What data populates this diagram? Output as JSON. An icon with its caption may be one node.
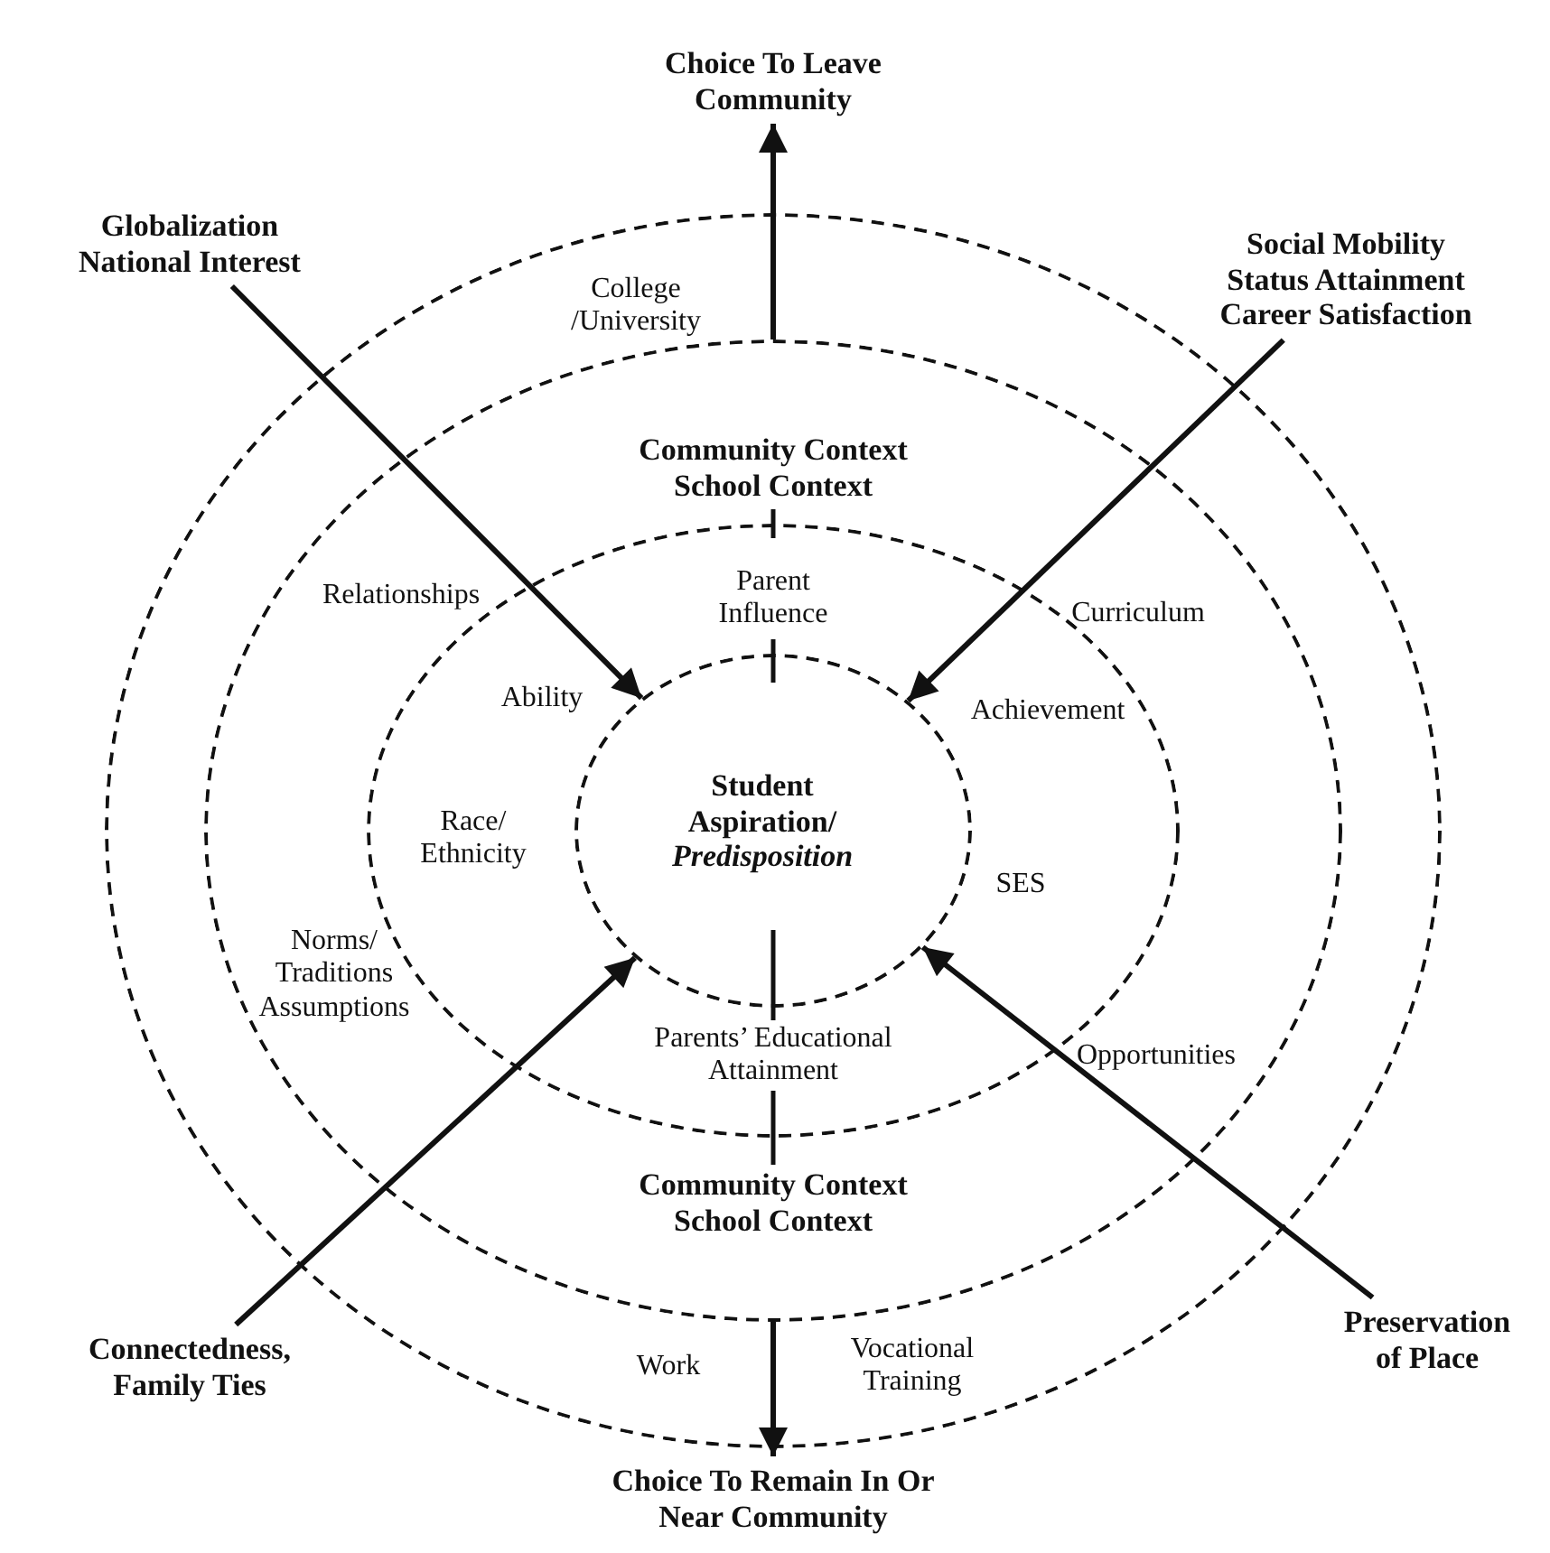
{
  "diagram": {
    "nodes": [
      {
        "text": [
          "College /University",
          "Work",
          "Vocational Training"
        ]
      },
      {
        "text": [
          "Community Context School Context",
          "Relationships",
          "Curriculum",
          "Norms/ Traditions Assumptions",
          "Opportunities",
          "Community Context School Context"
        ],
        "in": 0
      },
      {
        "text": [
          "Parent Influence",
          "Ability",
          "Achievement",
          "Race/ Ethnicity",
          "SES",
          "Parents’ Educational Attainment"
        ],
        "in": 1
      },
      {
        "text": [
          "Student Aspiration/ *Predisposition*"
        ],
        "in": 2
      },
      {
        "text": [
          "Choice To Leave Community"
        ]
      },
      {
        "text": [
          "Globalization National Interest"
        ]
      },
      {
        "text": [
          "Social Mobility Status Attainment Career Satisfaction"
        ]
      },
      {
        "text": [
          "Connectedness, Family Ties"
        ]
      },
      {
        "text": [
          "Preservation of Place"
        ]
      },
      {
        "text": [
          "Choice To Remain In Or Near Community"
        ]
      }
    ],
    "edges": [
      {
        "from": 1,
        "to": 4,
        "arrow": "to"
      },
      {
        "from": 5,
        "to": 3,
        "arrow": "to"
      },
      {
        "from": 6,
        "to": 3,
        "arrow": "to"
      },
      {
        "from": 7,
        "to": 3,
        "arrow": "to"
      },
      {
        "from": 8,
        "to": 3,
        "arrow": "to"
      },
      {
        "from": 1,
        "to": 9,
        "arrow": "to"
      }
    ]
  }
}
